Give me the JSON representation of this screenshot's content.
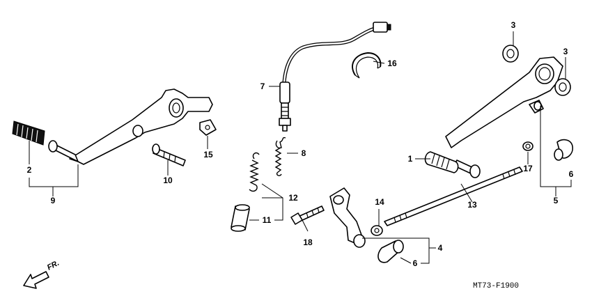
{
  "callouts": {
    "c1": "1",
    "c2": "2",
    "c3a": "3",
    "c3b": "3",
    "c4": "4",
    "c5": "5",
    "c6a": "6",
    "c6b": "6",
    "c7": "7",
    "c8": "8",
    "c9": "9",
    "c10": "10",
    "c11": "11",
    "c12": "12",
    "c13": "13",
    "c14": "14",
    "c15": "15",
    "c16": "16",
    "c17": "17",
    "c18": "18"
  },
  "direction_label": "FR.",
  "diagram_code": "MT73-F1900"
}
